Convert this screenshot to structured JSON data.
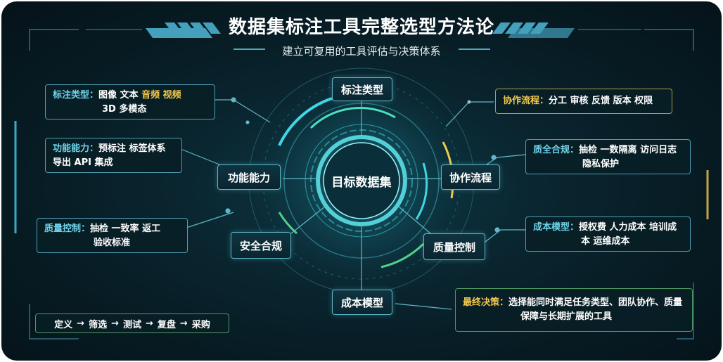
{
  "header": {
    "title": "数据集标注工具完整选型方法论",
    "subtitle": "建立可复用的工具评估与决策体系"
  },
  "center": {
    "label": "目标数据集"
  },
  "nodes": {
    "annotation_type": "标注类型",
    "functionality": "功能能力",
    "collaboration": "协作流程",
    "security": "安全合规",
    "quality": "质量控制",
    "cost": "成本模型"
  },
  "cards": {
    "annotation_type": {
      "label": "标注类型：",
      "items1": "图像 文本 ",
      "items1_highlight": "音频 视频",
      "line2": "3D 多模态"
    },
    "functionality": {
      "label": "功能能力：",
      "line1": "预标注 标签体系",
      "line2": "导出 API 集成"
    },
    "quality": {
      "label": "质量控制：",
      "line1": "抽检 一致率 返工",
      "line2": "验收标准"
    },
    "collaboration": {
      "label": "协作流程：",
      "line1": "分工 审核 反馈 版本 权限"
    },
    "security": {
      "label": "质全合规：",
      "line1": "抽检 一数隔离 访问日志",
      "line2": "隐私保护"
    },
    "cost": {
      "label": "成本模型：",
      "line1": "授权费 人力成本 培训成",
      "line2": "本 运维成本"
    },
    "final": {
      "label": "最终决策：",
      "line1": "选择能同时满足任务类型、团队协作、质量",
      "line2": "保障与长期扩展的工具"
    }
  },
  "flow": {
    "steps": [
      "定义",
      "筛选",
      "测试",
      "复盘",
      "采购"
    ],
    "arrow": "→"
  },
  "colors": {
    "accent_cyan": "#3fd6e6",
    "accent_green": "#4fd08a",
    "accent_yellow": "#f2c94c",
    "label_blue": "#6fd3ea"
  }
}
